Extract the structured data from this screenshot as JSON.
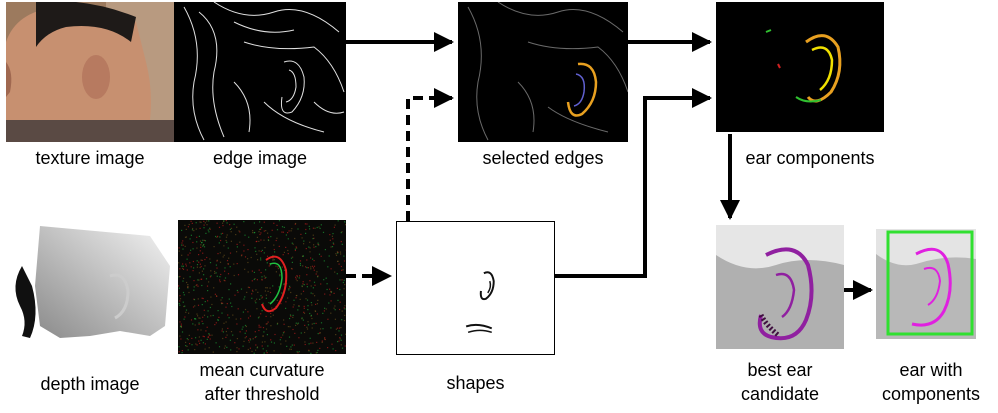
{
  "captions": {
    "texture_image": "texture image",
    "edge_image": "edge image",
    "selected_edges": "selected edges",
    "ear_components": "ear components",
    "depth_image": "depth image",
    "mean_curvature_line1": "mean curvature",
    "mean_curvature_line2": "after threshold",
    "shapes": "shapes",
    "best_ear_line1": "best ear",
    "best_ear_line2": "candidate",
    "ear_with_components_line1": "ear with",
    "ear_with_components_line2": "components"
  },
  "colors": {
    "arrow": "#000000",
    "edge_orange": "#e8a020",
    "edge_yellow": "#f0e000",
    "edge_green": "#30c030",
    "edge_red": "#d02020",
    "curvature_green": "#20c040",
    "curvature_red": "#e02020",
    "candidate_magenta": "#9020a0",
    "component_magenta": "#e020e0",
    "bbox_green": "#30e030"
  },
  "arrows": [
    {
      "from": "edge_image",
      "to": "selected_edges",
      "style": "solid"
    },
    {
      "from": "selected_edges",
      "to": "ear_components",
      "style": "solid"
    },
    {
      "from": "shapes",
      "to": "ear_components",
      "style": "solid"
    },
    {
      "from": "shapes",
      "to": "selected_edges",
      "style": "dashed"
    },
    {
      "from": "mean_curvature",
      "to": "shapes",
      "style": "dashed"
    },
    {
      "from": "ear_components",
      "to": "best_ear_candidate",
      "style": "solid"
    },
    {
      "from": "best_ear_candidate",
      "to": "ear_with_components",
      "style": "solid"
    }
  ]
}
